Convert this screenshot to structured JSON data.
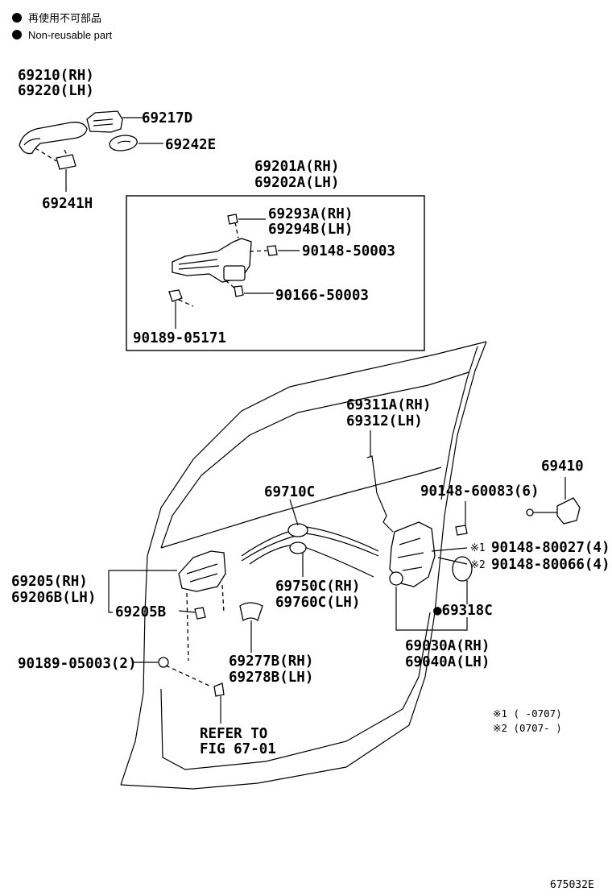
{
  "legend": {
    "non_reusable_jp": "再使用不可部品",
    "non_reusable_en": "Non-reusable part"
  },
  "parts": {
    "p69210": "69210(RH)",
    "p69220": "69220(LH)",
    "p69217D": "69217D",
    "p69242E": "69242E",
    "p69241H": "69241H",
    "p69201A": "69201A(RH)",
    "p69202A": "69202A(LH)",
    "p69293A": "69293A(RH)",
    "p69294B": "69294B(LH)",
    "p90148_50003": "90148-50003",
    "p90166_50003": "90166-50003",
    "p90189_05171": "90189-05171",
    "p69311A": "69311A(RH)",
    "p69312": "69312(LH)",
    "p69410": "69410",
    "p90148_60083": "90148-60083(6)",
    "p90148_80027_mark": "※1",
    "p90148_80027": "90148-80027(4)",
    "p90148_80066_mark": "※2",
    "p90148_80066": "90148-80066(4)",
    "p69710C": "69710C",
    "p69205": "69205(RH)",
    "p69206B": "69206B(LH)",
    "p69205B": "69205B",
    "p69750C": "69750C(RH)",
    "p69760C": "69760C(LH)",
    "p69318C": "●69318C",
    "p69030A": "69030A(RH)",
    "p69040A": "69040A(LH)",
    "p90189_05003": "90189-05003(2)",
    "p69277B": "69277B(RH)",
    "p69278B": "69278B(LH)",
    "refer_line1": "REFER TO",
    "refer_line2": "FIG 67-01"
  },
  "notes": {
    "note1": "※1 (      -0707)",
    "note2": "※2 (0707-      )"
  },
  "figure_id": "675032E"
}
